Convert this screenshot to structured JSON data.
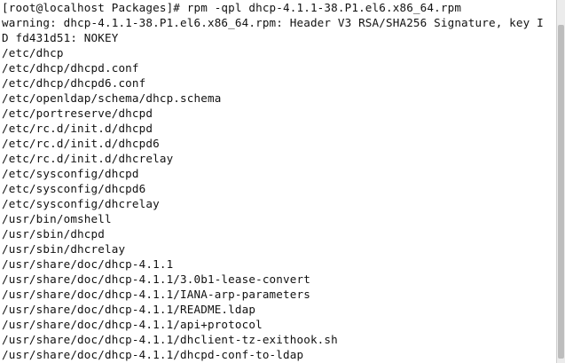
{
  "terminal": {
    "lines": [
      "[root@localhost Packages]# rpm -qpl dhcp-4.1.1-38.P1.el6.x86_64.rpm",
      "warning: dhcp-4.1.1-38.P1.el6.x86_64.rpm: Header V3 RSA/SHA256 Signature, key I",
      "D fd431d51: NOKEY",
      "/etc/dhcp",
      "/etc/dhcp/dhcpd.conf",
      "/etc/dhcp/dhcpd6.conf",
      "/etc/openldap/schema/dhcp.schema",
      "/etc/portreserve/dhcpd",
      "/etc/rc.d/init.d/dhcpd",
      "/etc/rc.d/init.d/dhcpd6",
      "/etc/rc.d/init.d/dhcrelay",
      "/etc/sysconfig/dhcpd",
      "/etc/sysconfig/dhcpd6",
      "/etc/sysconfig/dhcrelay",
      "/usr/bin/omshell",
      "/usr/sbin/dhcpd",
      "/usr/sbin/dhcrelay",
      "/usr/share/doc/dhcp-4.1.1",
      "/usr/share/doc/dhcp-4.1.1/3.0b1-lease-convert",
      "/usr/share/doc/dhcp-4.1.1/IANA-arp-parameters",
      "/usr/share/doc/dhcp-4.1.1/README.ldap",
      "/usr/share/doc/dhcp-4.1.1/api+protocol",
      "/usr/share/doc/dhcp-4.1.1/dhclient-tz-exithook.sh",
      "/usr/share/doc/dhcp-4.1.1/dhcpd-conf-to-ldap"
    ]
  },
  "colors": {
    "background": "#ffffff",
    "text": "#111111",
    "scrollbar_track": "#ececec",
    "scrollbar_thumb": "#bdbdbd"
  }
}
